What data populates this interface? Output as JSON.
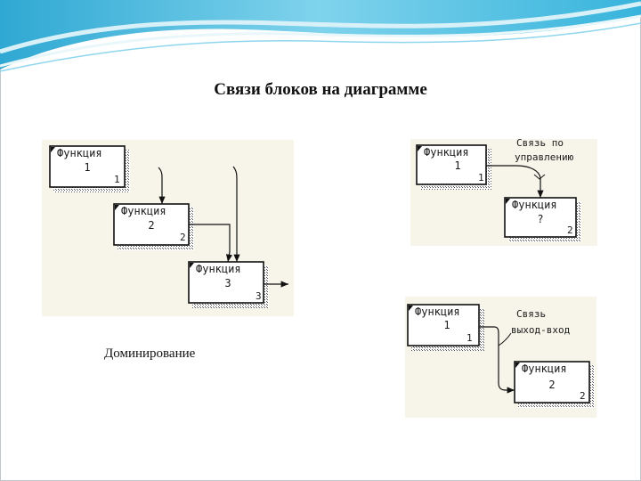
{
  "slide": {
    "title": "Связи блоков на диаграмме",
    "caption": "Доминирование"
  },
  "diagrams": {
    "dominance": {
      "blocks": [
        {
          "name": "Функция",
          "number": "1",
          "node": "1"
        },
        {
          "name": "Функция",
          "number": "2",
          "node": "2"
        },
        {
          "name": "Функция",
          "number": "3",
          "node": "3"
        }
      ]
    },
    "control": {
      "blocks": [
        {
          "name": "Функция",
          "number": "1",
          "node": "1"
        },
        {
          "name": "Функция",
          "number": "?",
          "node": "2"
        }
      ],
      "label_lines": [
        "Связь по",
        "управлению"
      ]
    },
    "output_input": {
      "blocks": [
        {
          "name": "Функция",
          "number": "1",
          "node": "1"
        },
        {
          "name": "Функция",
          "number": "2",
          "node": "2"
        }
      ],
      "label_lines": [
        "Связь",
        "выход-вход"
      ]
    }
  }
}
